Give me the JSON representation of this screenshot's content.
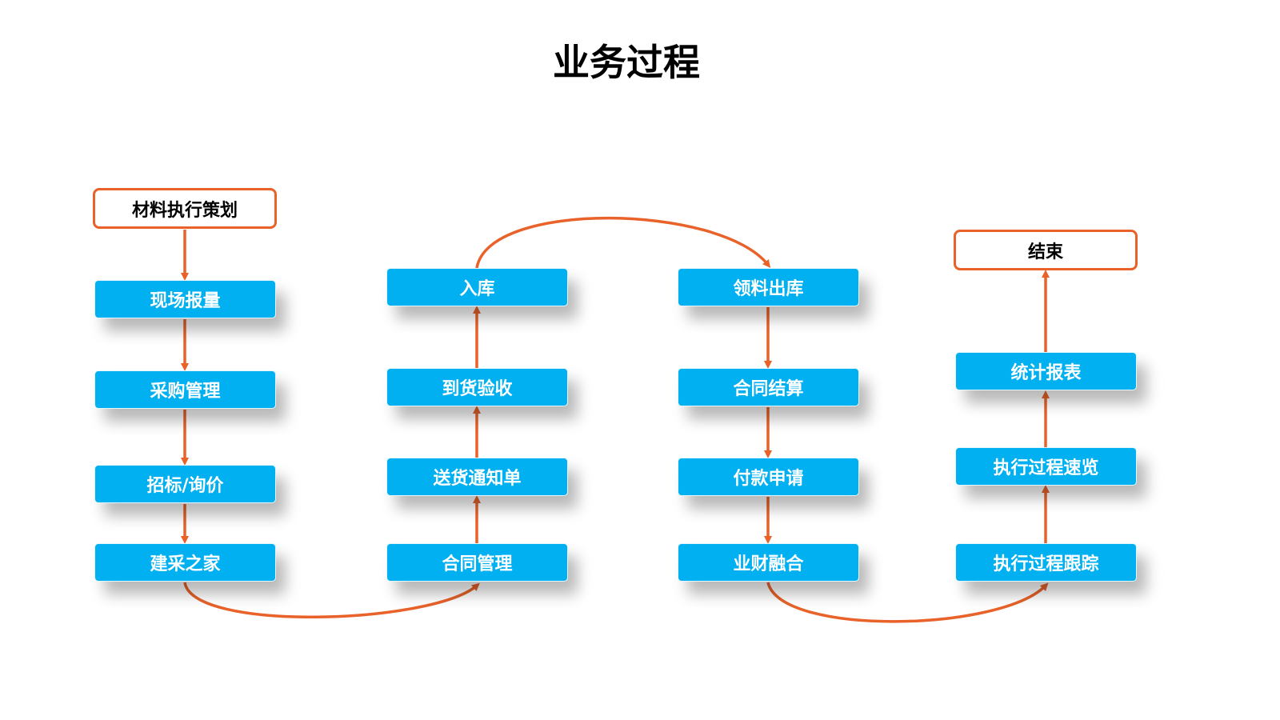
{
  "title": "业务过程",
  "colors": {
    "box": "#00B0F0",
    "arrow": "#E8622A"
  },
  "start": "材料执行策划",
  "end": "结束",
  "columns": [
    [
      "现场报量",
      "采购管理",
      "招标/询价",
      "建采之家"
    ],
    [
      "入库",
      "到货验收",
      "送货通知单",
      "合同管理"
    ],
    [
      "领料出库",
      "合同结算",
      "付款申请",
      "业财融合"
    ],
    [
      "统计报表",
      "执行过程速览",
      "执行过程跟踪"
    ]
  ]
}
